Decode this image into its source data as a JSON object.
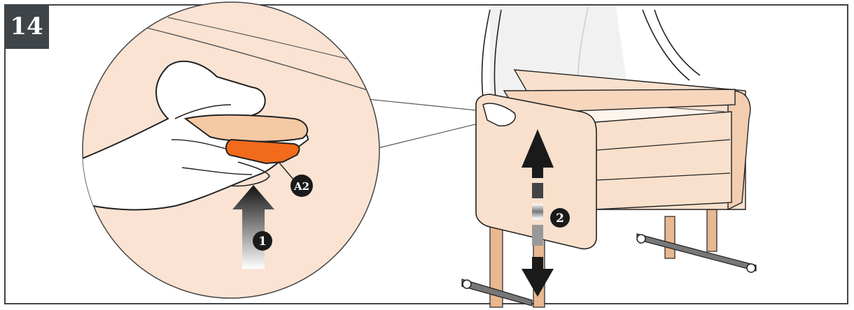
{
  "step": {
    "number": "14"
  },
  "callouts": {
    "part_a2": "A2",
    "action_1": "1",
    "action_2": "2"
  },
  "colors": {
    "badge": "#3f4448",
    "skin": "#fbe3d3",
    "button_highlight": "#f26a1b",
    "crib_fabric": "#f9e0cc",
    "outline": "#222222"
  },
  "icons": [
    "up-arrow-icon",
    "up-down-arrow-icon",
    "release-button-icon"
  ]
}
